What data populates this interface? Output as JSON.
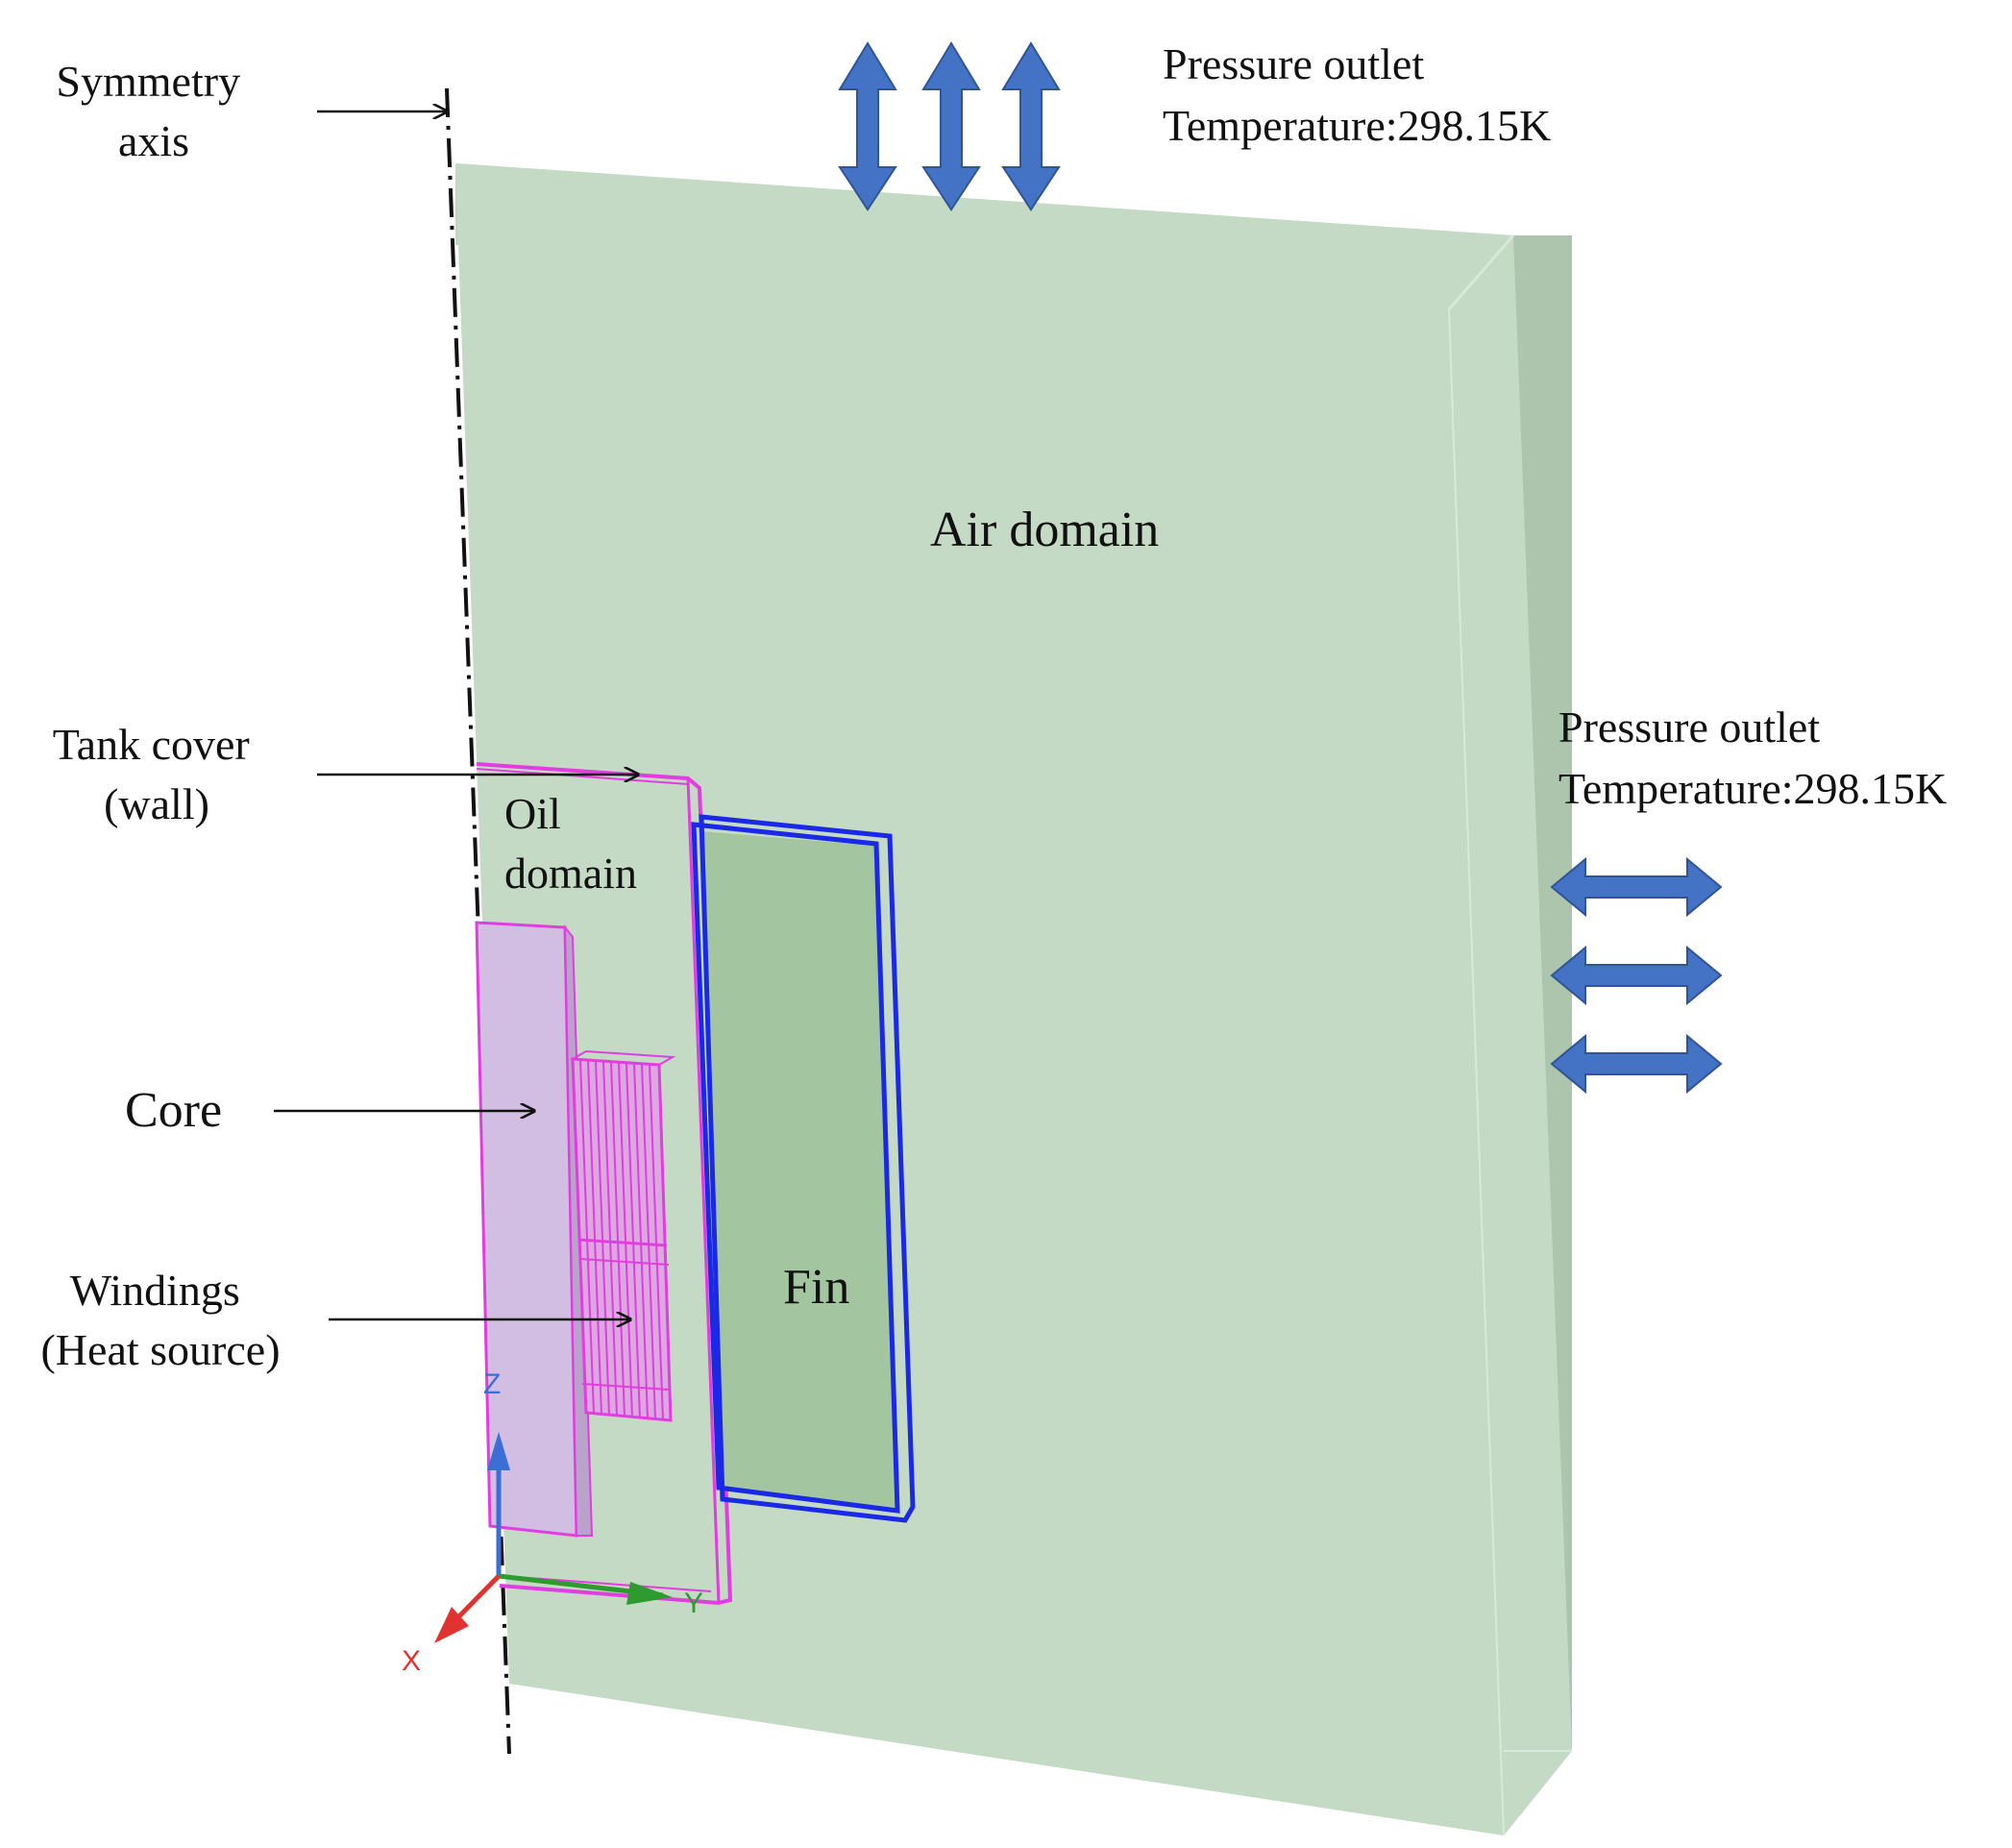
{
  "labels": {
    "symmetry_axis": [
      "Symmetry",
      "axis"
    ],
    "pressure_outlet_top": [
      "Pressure outlet",
      "Temperature:298.15K"
    ],
    "pressure_outlet_right": [
      "Pressure outlet",
      "Temperature:298.15K"
    ],
    "air_domain": "Air domain",
    "tank_cover": [
      "Tank cover",
      "(wall)"
    ],
    "oil_domain": [
      "Oil",
      "domain"
    ],
    "core": "Core",
    "windings": [
      "Windings",
      "(Heat source)"
    ],
    "fin": "Fin"
  },
  "triad": {
    "z": "Z",
    "y": "Y",
    "x": "X"
  },
  "colors": {
    "air_face": "#c4dac4",
    "air_side": "#adc4ad",
    "core_fill": "#d2bde3",
    "fin_fill": "#a3c6a1",
    "tank_outline": "#e23de0",
    "fin_outline": "#1a29e6",
    "flow_arrow": "#4472c4",
    "flow_arrow_edge": "#2f5597",
    "axis_z": "#3b6fd6",
    "axis_y": "#2e9b2e",
    "axis_x": "#e0332f"
  }
}
